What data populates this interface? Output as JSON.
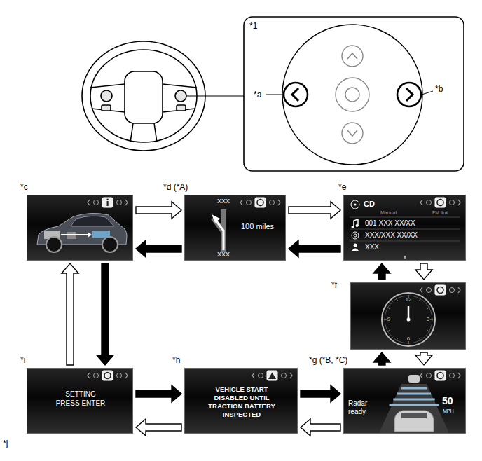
{
  "diagram": {
    "nodes": [
      {
        "text": [
          "*c"
        ]
      },
      {
        "text": [
          "*d (*A)",
          "XXX",
          "100 miles",
          "XXX"
        ]
      },
      {
        "text": [
          "*e",
          "CD",
          "Manual",
          "FM link",
          "001 XXX XX/XX",
          "XXX/XXX XX/XX",
          "XXX"
        ]
      },
      {
        "text": [
          "*f",
          "12",
          "3",
          "6",
          "9"
        ]
      },
      {
        "text": [
          "*g (*B, *C)",
          "Radar ready",
          "50",
          "MPH"
        ]
      },
      {
        "text": [
          "*h",
          "VEHICLE START DISABLED UNTIL TRACTION BATTERY INSPECTED"
        ]
      },
      {
        "text": [
          "*i",
          "SETTING PRESS ENTER"
        ]
      }
    ],
    "edges": [
      {
        "from": 0,
        "to": 1,
        "arrow": "to"
      },
      {
        "from": 1,
        "to": 0,
        "arrow": "to"
      },
      {
        "from": 1,
        "to": 2,
        "arrow": "to"
      },
      {
        "from": 2,
        "to": 1,
        "arrow": "to"
      },
      {
        "from": 2,
        "to": 3,
        "arrow": "to"
      },
      {
        "from": 3,
        "to": 2,
        "arrow": "to"
      },
      {
        "from": 3,
        "to": 4,
        "arrow": "to"
      },
      {
        "from": 4,
        "to": 3,
        "arrow": "to"
      },
      {
        "from": 4,
        "to": 5,
        "arrow": "to"
      },
      {
        "from": 5,
        "to": 4,
        "arrow": "to"
      },
      {
        "from": 5,
        "to": 6,
        "arrow": "to"
      },
      {
        "from": 6,
        "to": 5,
        "arrow": "to"
      },
      {
        "from": 6,
        "to": 0,
        "arrow": "to"
      },
      {
        "from": 0,
        "to": 6,
        "arrow": "to"
      }
    ],
    "labels": [
      "*1",
      "*a",
      "*b",
      "*j"
    ]
  }
}
